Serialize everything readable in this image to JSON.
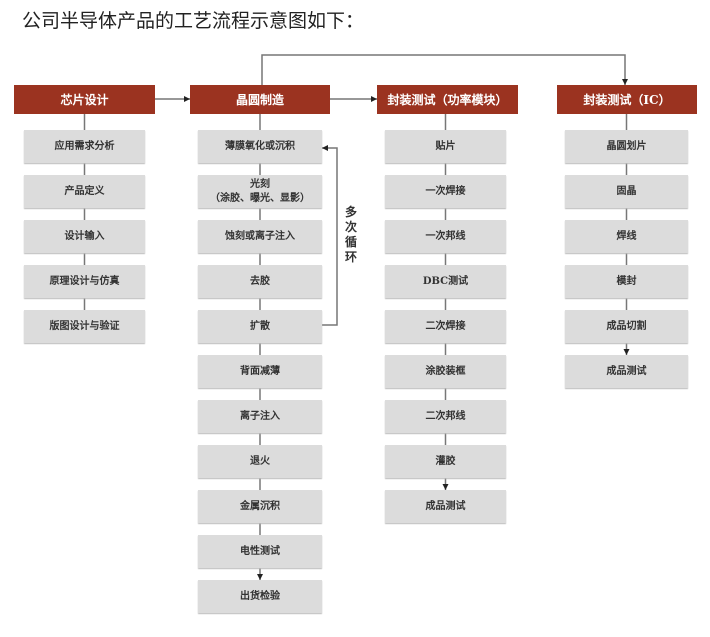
{
  "title": "公司半导体产品的工艺流程示意图如下：",
  "loop_label": "多次循环",
  "colors": {
    "header": "#9b3320",
    "box": "#dcdcdc",
    "line": "#777777"
  },
  "columns": [
    {
      "header": "芯片设计",
      "steps": [
        "应用需求分析",
        "产品定义",
        "设计输入",
        "原理设计与仿真",
        "版图设计与验证"
      ],
      "final_arrow": false
    },
    {
      "header": "晶圆制造",
      "steps": [
        "薄膜氧化或沉积",
        "光刻\n（涂胶、曝光、显影）",
        "蚀刻或离子注入",
        "去胶",
        "扩散",
        "背面减薄",
        "离子注入",
        "退火",
        "金属沉积",
        "电性测试",
        "出货检验"
      ],
      "final_arrow": true
    },
    {
      "header": "封装测试（功率模块）",
      "steps": [
        "贴片",
        "一次焊接",
        "一次邦线",
        "DBC测试",
        "二次焊接",
        "涂胶装框",
        "二次邦线",
        "灌胶",
        "成品测试"
      ],
      "final_arrow": true
    },
    {
      "header": "封装测试（IC）",
      "steps": [
        "晶圆划片",
        "固晶",
        "焊线",
        "模封",
        "成品切割",
        "成品测试"
      ],
      "final_arrow": true
    }
  ]
}
